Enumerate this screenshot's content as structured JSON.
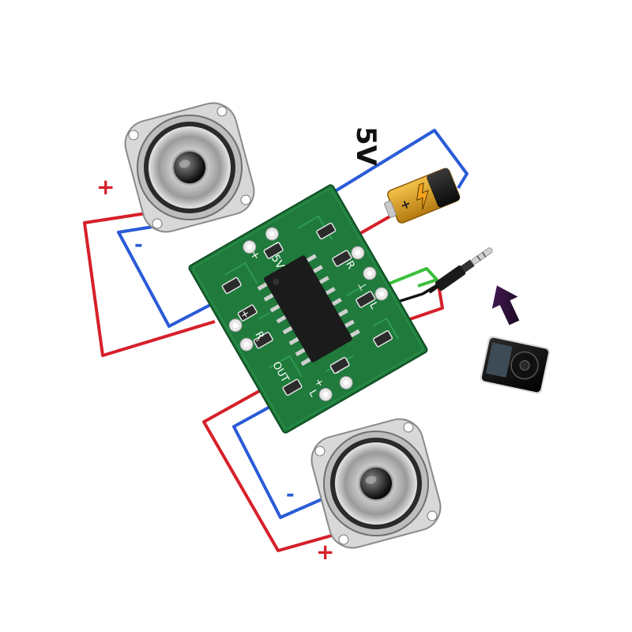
{
  "diagram": {
    "power": {
      "voltage_label": "5V"
    },
    "speaker_left": {
      "plus_label": "+",
      "minus_label": "-"
    },
    "speaker_right": {
      "plus_label": "+",
      "minus_label": "-"
    },
    "board": {
      "silk_5v": "5V",
      "silk_out": "OUT",
      "silk_out_r": "R",
      "silk_out_l": "L",
      "silk_in_r": "R",
      "silk_in_l": "L",
      "silk_gnd": "⊥",
      "silk_plus": "+",
      "silk_minus": "-"
    },
    "colors": {
      "wire_red": "#d6202a",
      "wire_blue": "#2a5bd7",
      "wire_green": "#3bbf3b",
      "wire_black": "#111111",
      "pcb_green": "#1f7a3c",
      "arrow": "#3a0f4d",
      "battery_gold": "#d99a1e"
    },
    "icons": [
      "speaker-icon",
      "battery-icon",
      "audio-jack-icon",
      "music-player-icon",
      "arrow-up-icon"
    ]
  }
}
